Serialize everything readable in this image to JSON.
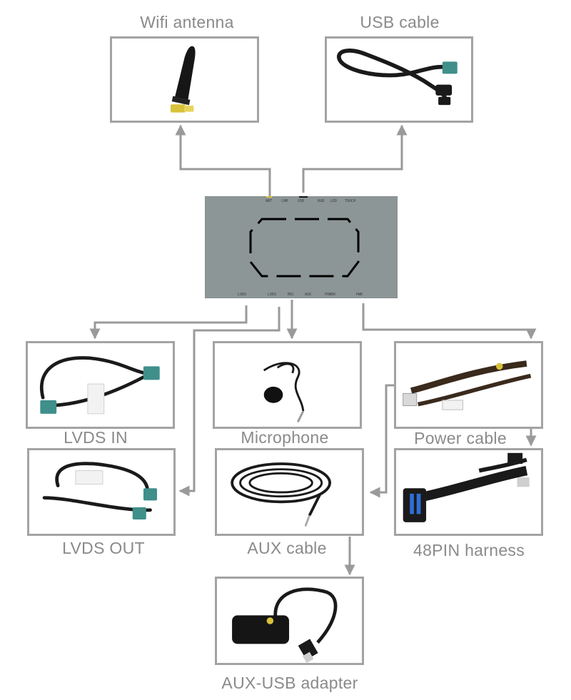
{
  "components": {
    "wifi_antenna": {
      "label": "Wifi antenna"
    },
    "usb_cable": {
      "label": "USB cable"
    },
    "lvds_in": {
      "label": "LVDS IN"
    },
    "microphone": {
      "label": "Microphone"
    },
    "power_cable": {
      "label": "Power cable"
    },
    "lvds_out": {
      "label": "LVDS OUT"
    },
    "aux_cable": {
      "label": "AUX cable"
    },
    "harness_48pin": {
      "label": "48PIN harness"
    },
    "aux_usb_adapter": {
      "label": "AUX-USB adapter"
    }
  },
  "colors": {
    "frame": "#a3a3a3",
    "connector_line": "#9a9a9a",
    "label_text": "#8a8a8a",
    "module_body": "#8d9696",
    "fakra_teal": "#3f8f8a",
    "antenna_gold": "#d8c23a",
    "cable_black": "#1a1a1a"
  },
  "connections": [
    "main_module->wifi_antenna",
    "main_module->usb_cable",
    "main_module->lvds_in",
    "main_module->lvds_out",
    "main_module->microphone",
    "main_module->power_cable",
    "power_cable->harness_48pin",
    "power_cable->aux_cable",
    "aux_cable->aux_usb_adapter"
  ]
}
